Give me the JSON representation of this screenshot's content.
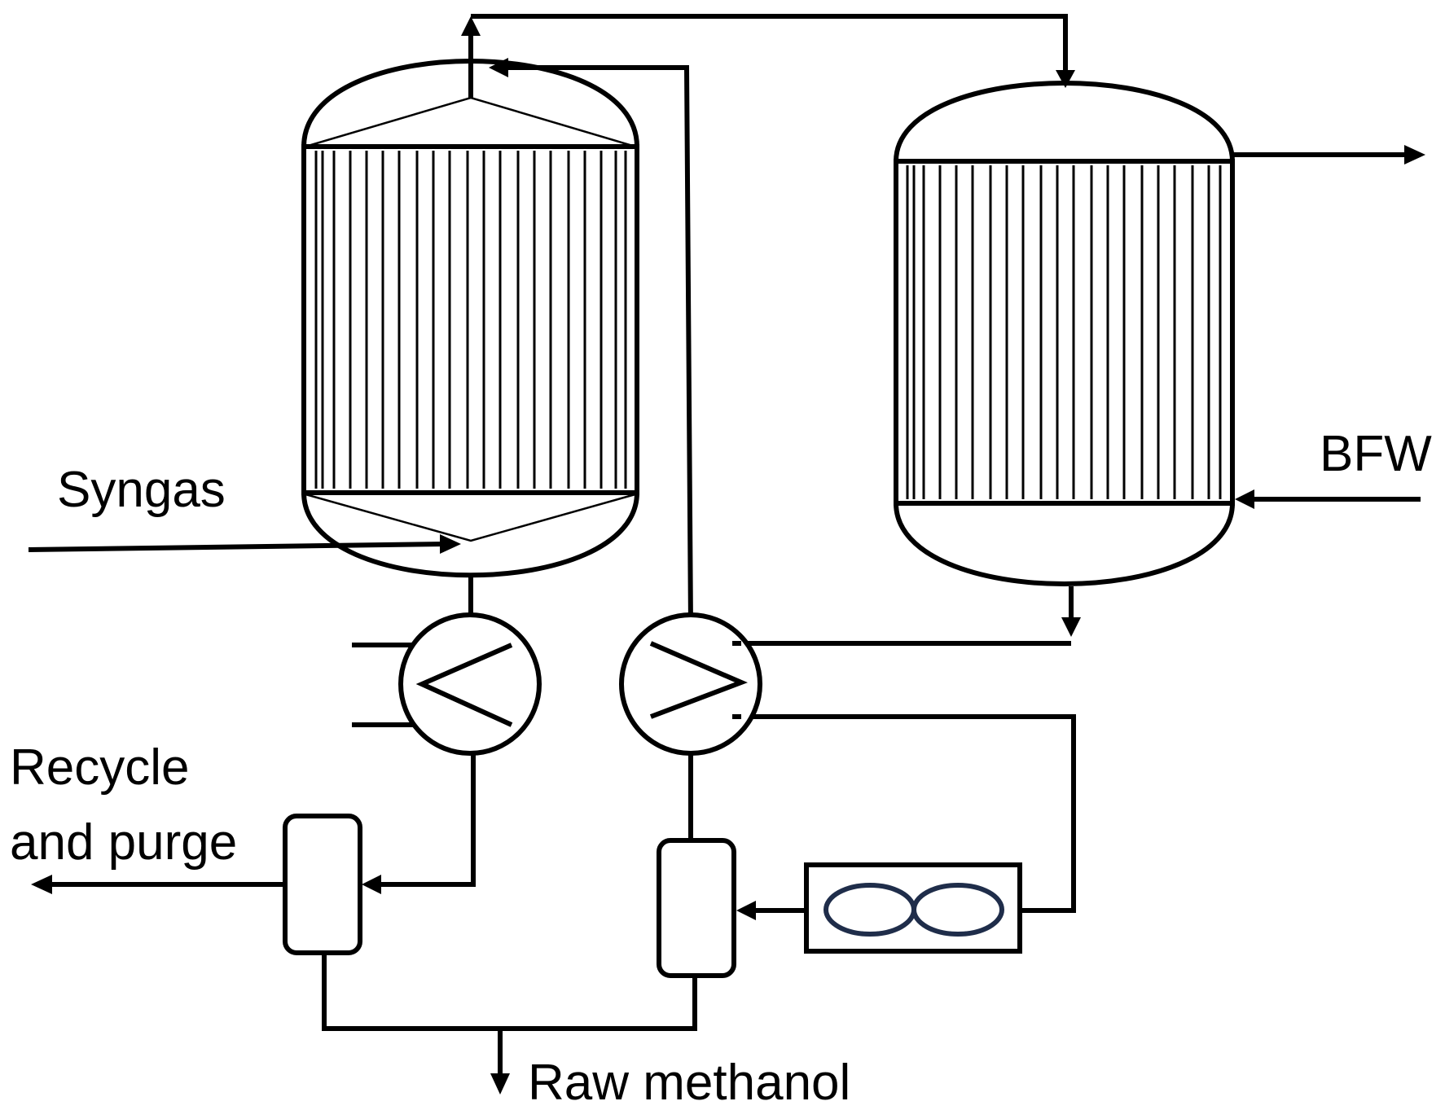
{
  "labels": {
    "syngas": "Syngas",
    "bfw": "BFW",
    "recycle_line1": "Recycle",
    "recycle_line2": "and purge",
    "raw_methanol": "Raw methanol"
  },
  "colors": {
    "line": "#000000",
    "compressor_lobes": "#1f2d4a",
    "background": "#ffffff"
  }
}
